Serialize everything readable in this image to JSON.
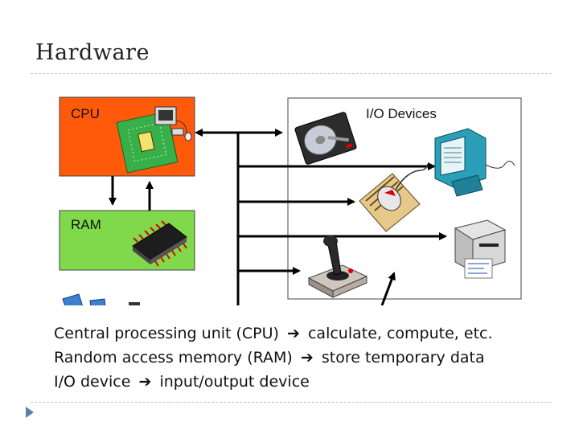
{
  "page": {
    "title": "Hardware"
  },
  "diagram": {
    "cpu_label": "CPU",
    "ram_label": "RAM",
    "io_label": "I/O Devices",
    "colors": {
      "cpu_box": "#ff5a0a",
      "ram_box": "#7fd94a",
      "io_box": "#ffffff",
      "connector": "#000000"
    }
  },
  "caption": {
    "lines": [
      {
        "term": "Central processing unit (CPU)",
        "arrow_icon": "right-arrow-icon",
        "desc": "calculate, compute, etc."
      },
      {
        "term": "Random access memory (RAM)",
        "arrow_icon": "right-arrow-icon",
        "desc": "store temporary data"
      },
      {
        "term": "I/O device",
        "arrow_icon": "right-arrow-icon",
        "desc": "input/output device"
      }
    ]
  }
}
